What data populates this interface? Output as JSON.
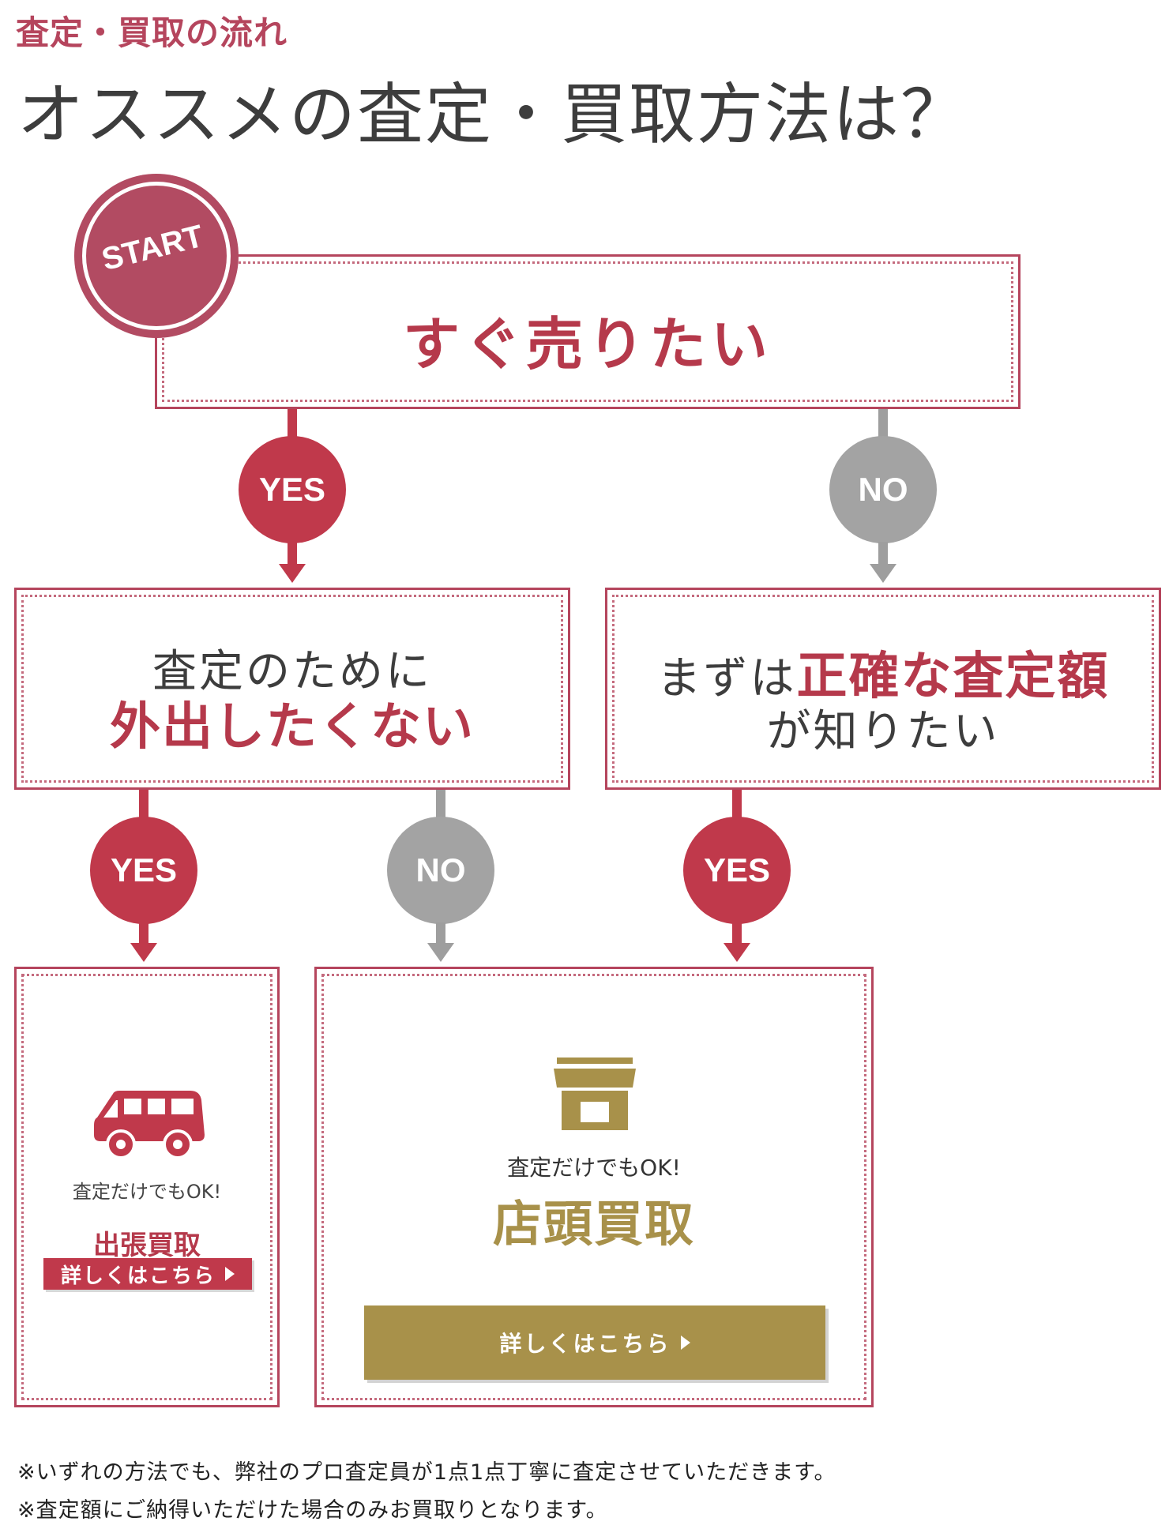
{
  "header": {
    "kicker": "査定・買取の流れ",
    "title": "オススメの査定・買取方法は？"
  },
  "start": {
    "label": "START"
  },
  "q1": {
    "text": "すぐ売りたい"
  },
  "answers": {
    "yes": "YES",
    "no": "NO"
  },
  "q2": {
    "line1": "査定のために",
    "line2": "外出したくない"
  },
  "q3": {
    "prefix": "まずは",
    "highlight": "正確な査定額",
    "line2": "が知りたい"
  },
  "result_visit": {
    "icon": "car-icon",
    "sub": "査定だけでもOK!",
    "title": "出張買取",
    "button": "詳しくはこちら"
  },
  "result_store": {
    "icon": "shop-icon",
    "sub": "査定だけでもOK!",
    "title": "店頭買取",
    "button": "詳しくはこちら"
  },
  "notes": [
    "※いずれの方法でも、弊社のプロ査定員が1点1点丁寧に査定させていただきます。",
    "※査定額にご納得いただけた場合のみお買取りとなります。"
  ],
  "colors": {
    "accent": "#c0394b",
    "gold": "#a8914a",
    "gray": "#a3a3a3"
  }
}
